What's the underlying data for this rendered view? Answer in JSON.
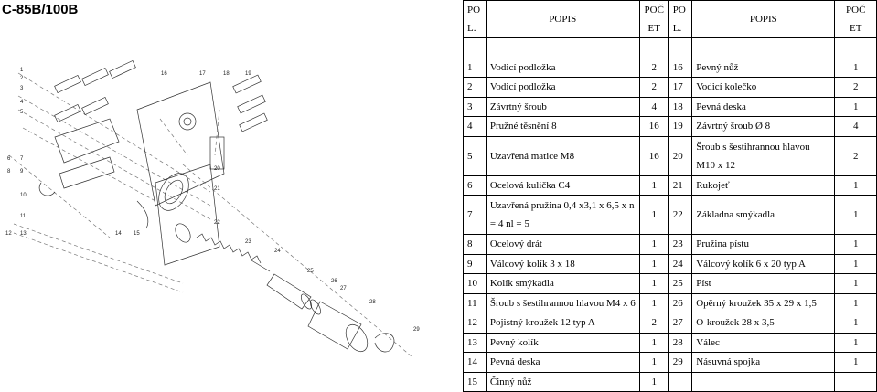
{
  "model_title": "C-85B/100B",
  "table": {
    "headers": {
      "pos_line1": "PO",
      "pos_line2": "L.",
      "desc": "POPIS",
      "qty_line1": "POČ",
      "qty_line2": "ET"
    },
    "rows": [
      {
        "left": {
          "pos": "",
          "desc": "",
          "qty": ""
        },
        "right": {
          "pos": "",
          "desc": "",
          "qty": ""
        }
      },
      {
        "left": {
          "pos": "1",
          "desc": "Vodicí podložka",
          "qty": "2"
        },
        "right": {
          "pos": "16",
          "desc": "Pevný nůž",
          "qty": "1"
        }
      },
      {
        "left": {
          "pos": "2",
          "desc": "Vodicí podložka",
          "qty": "2"
        },
        "right": {
          "pos": "17",
          "desc": "Vodicí kolečko",
          "qty": "2"
        }
      },
      {
        "left": {
          "pos": "3",
          "desc": "Závrtný šroub",
          "qty": "4"
        },
        "right": {
          "pos": "18",
          "desc": "Pevná deska",
          "qty": "1"
        }
      },
      {
        "left": {
          "pos": "4",
          "desc": "Pružné těsnění 8",
          "qty": "16"
        },
        "right": {
          "pos": "19",
          "desc": "Závrtný šroub Ø 8",
          "qty": "4"
        }
      },
      {
        "left": {
          "pos": "5",
          "desc": "Uzavřená matice M8",
          "qty": "16"
        },
        "right": {
          "pos": "20",
          "desc_line1": "Šroub s šestihrannou hlavou",
          "desc_line2": "M10 x 12",
          "qty": "2"
        }
      },
      {
        "left": {
          "pos": "6",
          "desc": "Ocelová kulička C4",
          "qty": "1"
        },
        "right": {
          "pos": "21",
          "desc": "Rukojeť",
          "qty": "1"
        }
      },
      {
        "left": {
          "pos": "7",
          "desc_line1": "Uzavřená pružina 0,4 x3,1 x 6,5 x n",
          "desc_line2": "= 4 nl = 5",
          "qty": "1"
        },
        "right": {
          "pos": "22",
          "desc": "Základna smýkadla",
          "qty": "1"
        }
      },
      {
        "left": {
          "pos": "8",
          "desc": "Ocelový drát",
          "qty": "1"
        },
        "right": {
          "pos": "23",
          "desc": "Pružina pístu",
          "qty": "1"
        }
      },
      {
        "left": {
          "pos": "9",
          "desc": "Válcový kolík 3 x 18",
          "qty": "1"
        },
        "right": {
          "pos": "24",
          "desc": "Válcový kolík 6 x 20 typ A",
          "qty": "1"
        }
      },
      {
        "left": {
          "pos": "10",
          "desc": "Kolík smýkadla",
          "qty": "1"
        },
        "right": {
          "pos": "25",
          "desc": "Píst",
          "qty": "1"
        }
      },
      {
        "left": {
          "pos": "11",
          "desc": "Šroub s šestihrannou hlavou M4 x 6",
          "qty": "1"
        },
        "right": {
          "pos": "26",
          "desc": "Opěrný kroužek 35 x 29 x 1,5",
          "qty": "1"
        }
      },
      {
        "left": {
          "pos": "12",
          "desc": "Pojistný kroužek 12 typ A",
          "qty": "2"
        },
        "right": {
          "pos": "27",
          "desc": "O-kroužek 28 x 3,5",
          "qty": "1"
        }
      },
      {
        "left": {
          "pos": "13",
          "desc": "Pevný kolík",
          "qty": "1"
        },
        "right": {
          "pos": "28",
          "desc": "Válec",
          "qty": "1"
        }
      },
      {
        "left": {
          "pos": "14",
          "desc": "Pevná deska",
          "qty": "1"
        },
        "right": {
          "pos": "29",
          "desc": "Násuvná spojka",
          "qty": "1"
        }
      },
      {
        "left": {
          "pos": "15",
          "desc": "Činný nůž",
          "qty": "1"
        },
        "right": {
          "pos": "",
          "desc": "",
          "qty": ""
        }
      }
    ]
  },
  "diagram": {
    "callouts": [
      "1",
      "2",
      "3",
      "4",
      "5",
      "6",
      "7",
      "8",
      "9",
      "10",
      "11",
      "12",
      "13",
      "14",
      "15",
      "16",
      "17",
      "18",
      "19",
      "20",
      "21",
      "22",
      "23",
      "24",
      "25",
      "26",
      "27",
      "28",
      "29"
    ]
  }
}
